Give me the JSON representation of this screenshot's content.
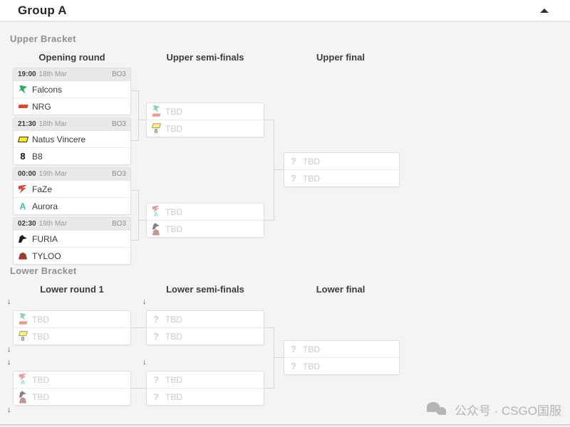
{
  "header": {
    "title": "Group A",
    "collapse_icon": "chevron-up"
  },
  "labels": {
    "tbd": "TBD",
    "placeholder": "?"
  },
  "upper": {
    "section": "Upper Bracket",
    "cols": [
      "Opening round",
      "Upper semi-finals",
      "Upper final"
    ],
    "matches": [
      {
        "time": "19:00",
        "date": "18th Mar",
        "format": "BO3",
        "team1": "Falcons",
        "team2": "NRG"
      },
      {
        "time": "21:30",
        "date": "18th Mar",
        "format": "BO3",
        "team1": "Natus Vincere",
        "team2": "B8"
      },
      {
        "time": "00:00",
        "date": "19th Mar",
        "format": "BO3",
        "team1": "FaZe",
        "team2": "Aurora"
      },
      {
        "time": "02:30",
        "date": "19th Mar",
        "format": "BO3",
        "team1": "FURIA",
        "team2": "TYLOO"
      }
    ]
  },
  "lower": {
    "section": "Lower Bracket",
    "cols": [
      "Lower round 1",
      "Lower semi-finals",
      "Lower final"
    ]
  },
  "logos": {
    "b8_text": "8",
    "aurora_text": "A"
  },
  "colors": {
    "falcons": "#27b15e",
    "nrg": "#e0452f",
    "navi": "#ffee00",
    "b8": "#111111",
    "faze": "#e1403f",
    "aurora": "#28bfa8",
    "furia": "#1c1c1c",
    "tyloo": "#9c3a33",
    "accent_bg": "#e9e9ea",
    "line": "#d6d6d6"
  },
  "watermark": {
    "icon": "wechat-icon",
    "text": "公众号 · CSGO国服"
  }
}
